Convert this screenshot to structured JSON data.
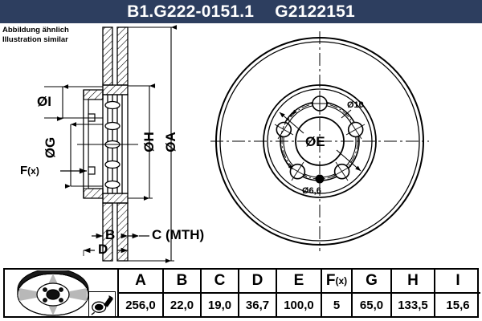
{
  "header": {
    "part_number": "B1.G222-0151.1",
    "reference_number": "G2122151",
    "background_color": "#2d3e5f",
    "text_color": "#ffffff"
  },
  "note": {
    "line_de": "Abbildung ähnlich",
    "line_en": "Illustration similar"
  },
  "section_view": {
    "labels": {
      "diameter_i": "ØI",
      "diameter_g": "ØG",
      "force_fx": "F(x)",
      "diameter_h": "ØH",
      "diameter_a": "ØA",
      "width_b": "B",
      "width_c": "C (MTH)",
      "width_d": "D"
    }
  },
  "front_view": {
    "labels": {
      "bolt_hole_diameter": "Ø10",
      "center_bore": "ØE",
      "small_hole_diameter": "Ø6,6"
    },
    "bolt_hole_count": 5
  },
  "spec_table": {
    "headers": [
      "A",
      "B",
      "C",
      "D",
      "E",
      "F(x)",
      "G",
      "H",
      "I"
    ],
    "fx_header_main": "F",
    "fx_header_sub": "(x)",
    "values": [
      "256,0",
      "22,0",
      "19,0",
      "36,7",
      "100,0",
      "5",
      "65,0",
      "133,5",
      "15,6"
    ],
    "icons": {
      "product_photo": "brake-disc-photo",
      "measurement_tool": "micrometer-icon"
    }
  }
}
